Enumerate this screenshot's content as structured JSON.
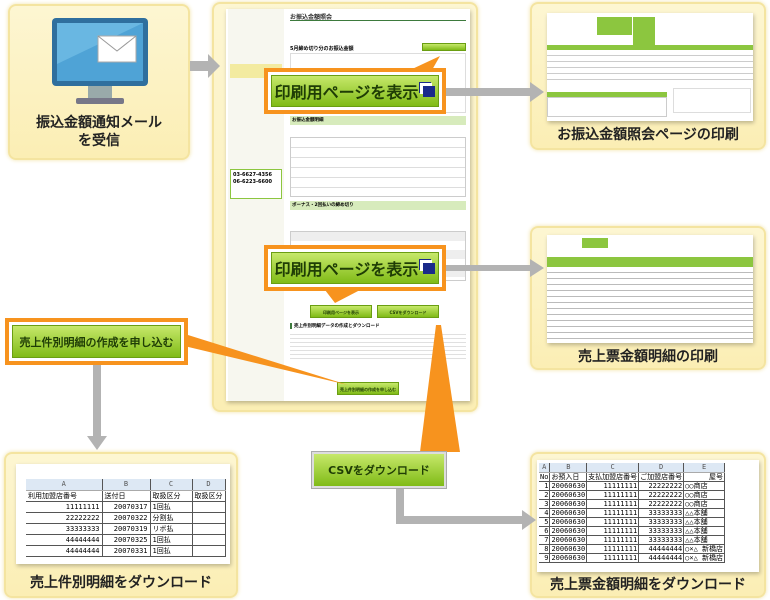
{
  "steps": {
    "receive_mail": "振込金額通知メール\nを受信",
    "print_inquiry": "お振込金額照会ページの印刷",
    "print_sales_detail": "売上票金額明細の印刷",
    "download_item_detail": "売上件別明細をダウンロード",
    "download_sales_detail": "売上票金額明細をダウンロード"
  },
  "buttons": {
    "show_print_page": "印刷用ページを表示",
    "apply_item_detail": "売上件別明細の作成を申し込む",
    "csv_download": "CSVをダウンロード"
  },
  "screen": {
    "page_title": "お振込金額照会",
    "section_payment": "5月締め切り分のお振込金額",
    "section_detail": "お振込金額明細",
    "section_bonus": "ボーナス・2回払いの締め切り",
    "section_data": "売上件別明細データの作成とダウンロード",
    "small_print_btn": "印刷用ページを表示",
    "small_csv_btn": "CSVをダウンロード",
    "small_apply_btn": "売上件別明細の作成を申し込む",
    "phone1": "03-6627-4356",
    "phone2": "06-6223-6600"
  },
  "item_sheet": {
    "cols": [
      "A",
      "B",
      "C",
      "D"
    ],
    "headers": [
      "利用加盟店番号",
      "送付日",
      "取扱区分",
      "取扱区分"
    ],
    "rows": [
      [
        "11111111",
        "20070317",
        "1回払"
      ],
      [
        "22222222",
        "20070322",
        "分割払"
      ],
      [
        "33333333",
        "20070319",
        "リボ払"
      ],
      [
        "44444444",
        "20070325",
        "1回払"
      ],
      [
        "44444444",
        "20070331",
        "1回払"
      ]
    ]
  },
  "sales_sheet": {
    "cols": [
      "A",
      "B",
      "C",
      "D",
      "E"
    ],
    "headers": [
      "No",
      "お預入日",
      "支払加盟店番号",
      "ご加盟店番号",
      "屋号"
    ],
    "rows": [
      [
        "1",
        "20060630",
        "11111111",
        "22222222",
        "○○商店"
      ],
      [
        "2",
        "20060630",
        "11111111",
        "22222222",
        "○○商店"
      ],
      [
        "3",
        "20060630",
        "11111111",
        "22222222",
        "○○商店"
      ],
      [
        "4",
        "20060630",
        "11111111",
        "33333333",
        "△△本舗"
      ],
      [
        "5",
        "20060630",
        "11111111",
        "33333333",
        "△△本舗"
      ],
      [
        "6",
        "20060630",
        "11111111",
        "33333333",
        "△△本舗"
      ],
      [
        "7",
        "20060630",
        "11111111",
        "33333333",
        "△△本舗"
      ],
      [
        "8",
        "20060630",
        "11111111",
        "44444444",
        "○×△ 新橋店"
      ],
      [
        "9",
        "20060630",
        "11111111",
        "44444444",
        "○×△ 新橋店"
      ]
    ]
  }
}
